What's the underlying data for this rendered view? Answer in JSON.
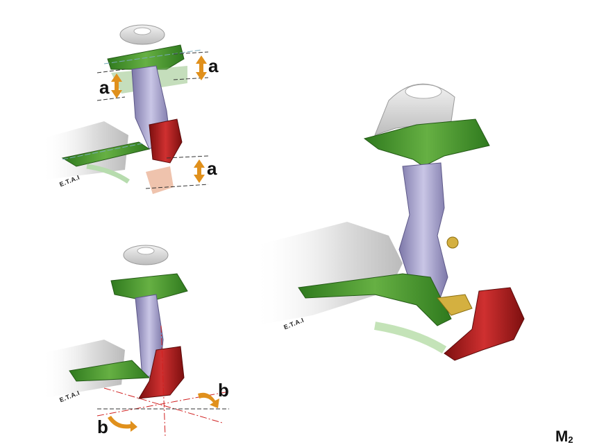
{
  "figure": {
    "top_left": {
      "labels": [
        "a",
        "a",
        "a"
      ],
      "watermark": "E.T.A.I"
    },
    "bottom_left": {
      "labels": [
        "b",
        "b"
      ],
      "watermark": "E.T.A.I"
    },
    "main": {
      "watermark": "E.T.A.I"
    },
    "page_mark": {
      "letter": "M",
      "subscript": "2"
    }
  },
  "colors": {
    "upper_arm": "#3f8f2a",
    "knuckle": "#a9a6cf",
    "hub": "#b01e1e",
    "mount": "#d8d8d8",
    "arrow": "#e0901c",
    "axis": "#d02020"
  }
}
